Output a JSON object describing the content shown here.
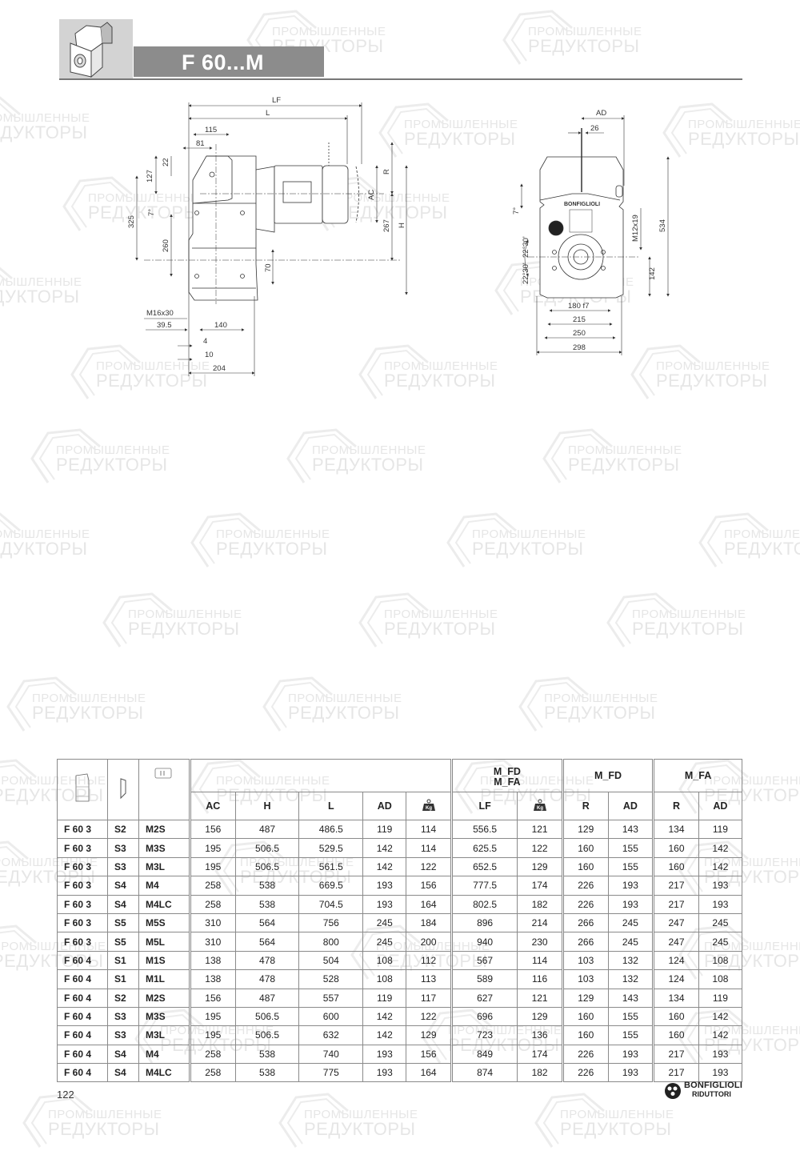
{
  "header": {
    "title": "F 60...M"
  },
  "watermark": {
    "line1": "ПРОМЫШЛЕННЫЕ",
    "line2": "РЕДУКТОРЫ"
  },
  "side_view": {
    "dims": {
      "LF": "LF",
      "L": "L",
      "d115": "115",
      "d81": "81",
      "d22": "22",
      "d127": "127",
      "d325": "325",
      "angle7": "7°",
      "d260": "260",
      "d70": "70",
      "AC": "AC",
      "R": "R",
      "d267": "267",
      "H": "H",
      "M16x30": "M16x30",
      "d39_5": "39.5",
      "d140": "140",
      "d4": "4",
      "d10": "10",
      "d204": "204"
    }
  },
  "front_view": {
    "dims": {
      "AD": "AD",
      "d26": "26",
      "angle7": "7°",
      "brand": "BONFIGLIOLI",
      "M12x19": "M12x19",
      "d534": "534",
      "angle22a": "22°30'",
      "angle22b": "22°30'",
      "d142": "142",
      "d180f7": "180 f7",
      "d215": "215",
      "d250": "250",
      "d298": "298"
    }
  },
  "table": {
    "group_headers": {
      "mfd_mfa_line1": "M_FD",
      "mfd_mfa_line2": "M_FA",
      "mfd": "M_FD",
      "mfa": "M_FA"
    },
    "columns": [
      "AC",
      "H",
      "L",
      "AD",
      "Kg",
      "LF",
      "Kg",
      "R",
      "AD",
      "R",
      "AD"
    ],
    "icons": [
      "gearbox-icon",
      "flange-icon",
      "motor-icon",
      "weight-icon"
    ],
    "rows": [
      [
        "F 60 3",
        "S2",
        "M2S",
        "156",
        "487",
        "486.5",
        "119",
        "114",
        "556.5",
        "121",
        "129",
        "143",
        "134",
        "119"
      ],
      [
        "F 60 3",
        "S3",
        "M3S",
        "195",
        "506.5",
        "529.5",
        "142",
        "114",
        "625.5",
        "122",
        "160",
        "155",
        "160",
        "142"
      ],
      [
        "F 60 3",
        "S3",
        "M3L",
        "195",
        "506.5",
        "561.5",
        "142",
        "122",
        "652.5",
        "129",
        "160",
        "155",
        "160",
        "142"
      ],
      [
        "F 60 3",
        "S4",
        "M4",
        "258",
        "538",
        "669.5",
        "193",
        "156",
        "777.5",
        "174",
        "226",
        "193",
        "217",
        "193"
      ],
      [
        "F 60 3",
        "S4",
        "M4LC",
        "258",
        "538",
        "704.5",
        "193",
        "164",
        "802.5",
        "182",
        "226",
        "193",
        "217",
        "193"
      ],
      [
        "F 60 3",
        "S5",
        "M5S",
        "310",
        "564",
        "756",
        "245",
        "184",
        "896",
        "214",
        "266",
        "245",
        "247",
        "245"
      ],
      [
        "F 60 3",
        "S5",
        "M5L",
        "310",
        "564",
        "800",
        "245",
        "200",
        "940",
        "230",
        "266",
        "245",
        "247",
        "245"
      ],
      [
        "F 60 4",
        "S1",
        "M1S",
        "138",
        "478",
        "504",
        "108",
        "112",
        "567",
        "114",
        "103",
        "132",
        "124",
        "108"
      ],
      [
        "F 60 4",
        "S1",
        "M1L",
        "138",
        "478",
        "528",
        "108",
        "113",
        "589",
        "116",
        "103",
        "132",
        "124",
        "108"
      ],
      [
        "F 60 4",
        "S2",
        "M2S",
        "156",
        "487",
        "557",
        "119",
        "117",
        "627",
        "121",
        "129",
        "143",
        "134",
        "119"
      ],
      [
        "F 60 4",
        "S3",
        "M3S",
        "195",
        "506.5",
        "600",
        "142",
        "122",
        "696",
        "129",
        "160",
        "155",
        "160",
        "142"
      ],
      [
        "F 60 4",
        "S3",
        "M3L",
        "195",
        "506.5",
        "632",
        "142",
        "129",
        "723",
        "136",
        "160",
        "155",
        "160",
        "142"
      ],
      [
        "F 60 4",
        "S4",
        "M4",
        "258",
        "538",
        "740",
        "193",
        "156",
        "849",
        "174",
        "226",
        "193",
        "217",
        "193"
      ],
      [
        "F 60 4",
        "S4",
        "M4LC",
        "258",
        "538",
        "775",
        "193",
        "164",
        "874",
        "182",
        "226",
        "193",
        "217",
        "193"
      ]
    ]
  },
  "footer": {
    "page_number": "122",
    "brand_line1": "BONFIGLIOLI",
    "brand_line2": "RIDUTTORI"
  }
}
